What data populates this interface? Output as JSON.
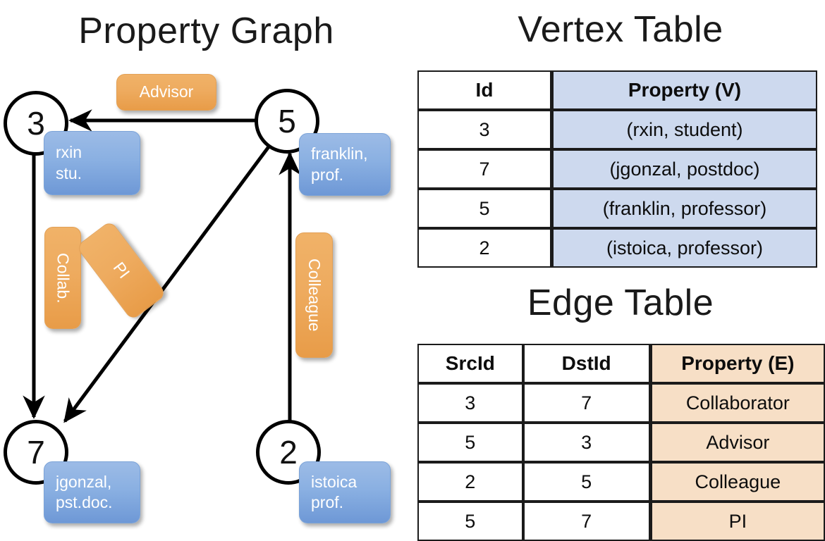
{
  "titles": {
    "property_graph": "Property Graph",
    "vertex_table": "Vertex Table",
    "edge_table": "Edge Table"
  },
  "colors": {
    "vertex_property_fill": "#cdd9ee",
    "edge_property_fill": "#f7dfc6",
    "vertex_label_blue": "#8ab0e2",
    "edge_label_orange": "#eeab5f",
    "stroke": "#000000",
    "background": "#ffffff"
  },
  "graph": {
    "nodes": [
      {
        "id": "3",
        "label": "rxin\nstu.",
        "label_line1": "rxin",
        "label_line2": "stu."
      },
      {
        "id": "5",
        "label": "franklin,\nprof.",
        "label_line1": "franklin,",
        "label_line2": "prof."
      },
      {
        "id": "7",
        "label": "jgonzal,\npst.doc.",
        "label_line1": "jgonzal,",
        "label_line2": "pst.doc."
      },
      {
        "id": "2",
        "label": "istoica\nprof.",
        "label_line1": "istoica",
        "label_line2": "prof."
      }
    ],
    "edges": [
      {
        "src": "3",
        "dst": "7",
        "label": "Collab."
      },
      {
        "src": "5",
        "dst": "3",
        "label": "Advisor"
      },
      {
        "src": "2",
        "dst": "5",
        "label": "Colleague"
      },
      {
        "src": "5",
        "dst": "7",
        "label": "PI"
      }
    ]
  },
  "vertex_table": {
    "headers": [
      "Id",
      "Property (V)"
    ],
    "rows": [
      {
        "id": "3",
        "property": "(rxin, student)"
      },
      {
        "id": "7",
        "property": "(jgonzal, postdoc)"
      },
      {
        "id": "5",
        "property": "(franklin, professor)"
      },
      {
        "id": "2",
        "property": "(istoica, professor)"
      }
    ]
  },
  "edge_table": {
    "headers": [
      "SrcId",
      "DstId",
      "Property (E)"
    ],
    "rows": [
      {
        "src": "3",
        "dst": "7",
        "property": "Collaborator"
      },
      {
        "src": "5",
        "dst": "3",
        "property": "Advisor"
      },
      {
        "src": "2",
        "dst": "5",
        "property": "Colleague"
      },
      {
        "src": "5",
        "dst": "7",
        "property": "PI"
      }
    ]
  }
}
